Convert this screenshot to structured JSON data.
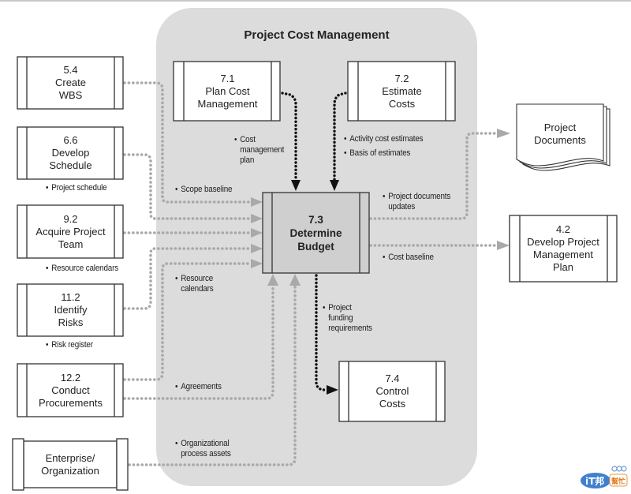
{
  "title": "Project Cost Management",
  "central_process": {
    "number": "7.3",
    "name_line1": "Determine",
    "name_line2": "Budget"
  },
  "inputs_left": [
    {
      "number": "5.4",
      "line1": "Create",
      "line2": "WBS",
      "output": "Scope baseline"
    },
    {
      "number": "6.6",
      "line1": "Develop",
      "line2": "Schedule",
      "output": "Project schedule"
    },
    {
      "number": "9.2",
      "line1": "Acquire Project",
      "line2": "Team",
      "output": "Resource calendars"
    },
    {
      "number": "11.2",
      "line1": "Identify",
      "line2": "Risks",
      "output": "Risk register"
    },
    {
      "number": "12.2",
      "line1": "Conduct",
      "line2": "Procurements",
      "output": "Agreements"
    }
  ],
  "enterprise": {
    "line1": "Enterprise/",
    "line2": "Organization",
    "output_line1": "Organizational",
    "output_line2": "process assets"
  },
  "internal_inputs": [
    {
      "number": "7.1",
      "line1": "Plan Cost",
      "line2": "Management",
      "output_line1": "Cost",
      "output_line2": "management",
      "output_line3": "plan"
    },
    {
      "number": "7.2",
      "line1": "Estimate",
      "line2": "Costs",
      "output_line1": "Activity cost estimates",
      "output_line2": "Basis of estimates"
    }
  ],
  "flow_labels": {
    "scope_baseline": "Scope baseline",
    "project_schedule": "Project schedule",
    "resource_calendars_left": "Resource calendars",
    "resource_calendars_inner_1": "Resource",
    "resource_calendars_inner_2": "calendars",
    "risk_register": "Risk register",
    "agreements": "Agreements",
    "project_documents_updates_1": "Project documents",
    "project_documents_updates_2": "updates",
    "cost_baseline": "Cost baseline",
    "funding_1": "Project",
    "funding_2": "funding",
    "funding_3": "requirements"
  },
  "outputs": {
    "project_documents": {
      "line1": "Project",
      "line2": "Documents"
    },
    "pm_plan": {
      "number": "4.2",
      "line1": "Develop Project",
      "line2": "Management",
      "line3": "Plan"
    },
    "control_costs": {
      "number": "7.4",
      "line1": "Control",
      "line2": "Costs"
    }
  },
  "bullet": "•",
  "colors": {
    "panel": "#dcdcdd",
    "central_fill": "#cfcfd0",
    "flow_gray": "#a9a9aa",
    "flow_black": "#111111"
  },
  "watermark": {
    "text_left": "iT邦",
    "text_right": "幫忙"
  }
}
